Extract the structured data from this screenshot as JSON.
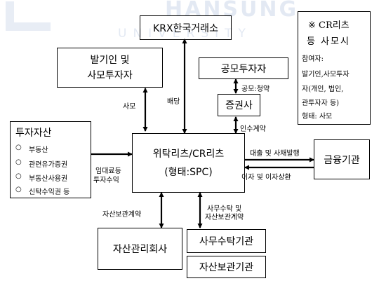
{
  "watermark": {
    "line1": "HANSUNG",
    "line2": "UNIVERSITY"
  },
  "boxes": {
    "krx": "KRX한국거래소",
    "issuer_line1": "발기인 및",
    "issuer_line2": "사모투자자",
    "public_investor": "공모투자자",
    "securities": "증권사",
    "reit_line1": "위탁리츠/CR리츠",
    "reit_line2": "(형태:SPC)",
    "financial": "금융기관",
    "asset_mgmt": "자산관리회사",
    "admin_trust": "사무수탁기관",
    "custody": "자산보관기관"
  },
  "assets": {
    "title": "투자자산",
    "items": [
      "부동산",
      "관련유가증권",
      "부동산사용권",
      "신탁수익권 등"
    ]
  },
  "note": {
    "title_line1": "※ CR리츠",
    "title_line2": "등 사모시",
    "lines": [
      "참여자:",
      "발기인,사모투자",
      "자(개인, 법인,",
      "관투자자 등)",
      "형태: 사모"
    ]
  },
  "labels": {
    "private": "사모",
    "dividend": "배당",
    "public_subscription": "공모:청약",
    "underwriting": "인수계약",
    "lending": "대출 및 사채발행",
    "interest": "이자 및 이자상환",
    "rent_line1": "임대료등",
    "rent_line2": "투자수익",
    "custody_contract": "자산보관계약",
    "admin_line1": "사무수탁 및",
    "admin_line2": "자산보관계약"
  }
}
